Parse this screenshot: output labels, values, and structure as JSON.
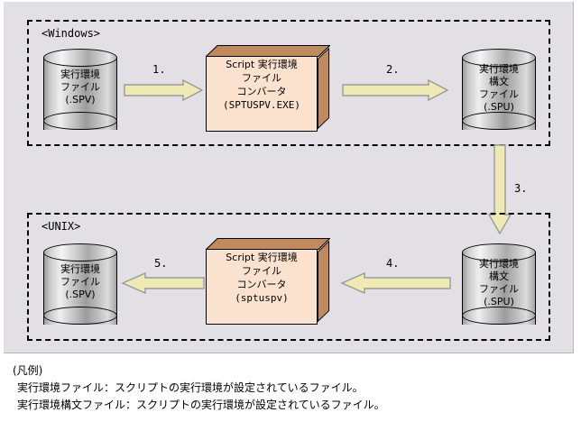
{
  "diagram": {
    "platforms": [
      {
        "label": "<Windows>"
      },
      {
        "label": "<UNIX>"
      }
    ],
    "nodes": {
      "win_spv_file": {
        "shape": "cylinder",
        "lines": [
          "実行環境",
          "ファイル",
          "(.SPV)"
        ]
      },
      "win_converter": {
        "shape": "box3d",
        "lines": [
          "Script 実行環境",
          "ファイル",
          "コンバータ",
          "(SPTUSPV.EXE)"
        ]
      },
      "win_spu_file": {
        "shape": "cylinder",
        "lines": [
          "実行環境",
          "構文",
          "ファイル",
          "(.SPU)"
        ]
      },
      "unix_spv_file": {
        "shape": "cylinder",
        "lines": [
          "実行環境",
          "ファイル",
          "(.SPV)"
        ]
      },
      "unix_converter": {
        "shape": "box3d",
        "lines": [
          "Script 実行環境",
          "ファイル",
          "コンバータ",
          "(sptuspv)"
        ]
      },
      "unix_spu_file": {
        "shape": "cylinder",
        "lines": [
          "実行環境",
          "構文",
          "ファイル",
          "(.SPU)"
        ]
      }
    },
    "arrows": [
      {
        "id": "arrow-1",
        "label": "1.",
        "direction": "right"
      },
      {
        "id": "arrow-2",
        "label": "2.",
        "direction": "right"
      },
      {
        "id": "arrow-3",
        "label": "3.",
        "direction": "down"
      },
      {
        "id": "arrow-4",
        "label": "4.",
        "direction": "left"
      },
      {
        "id": "arrow-5",
        "label": "5.",
        "direction": "left"
      }
    ],
    "colors": {
      "panel_background": "#e3e0e5",
      "arrow_fill": "#efe9b4",
      "arrow_stroke": "#9a9a9a",
      "box_front": "#fae2cf",
      "box_side": "#c08a5e",
      "cylinder_light": "#eeeeee",
      "cylinder_dark": "#9c9c9c",
      "outline": "#000000"
    }
  },
  "legend": {
    "title": "(凡例)",
    "lines": [
      "実行環境ファイル：スクリプトの実行環境が設定されているファイル。",
      "実行環境構文ファイル：スクリプトの実行環境が設定されているファイル。"
    ]
  }
}
